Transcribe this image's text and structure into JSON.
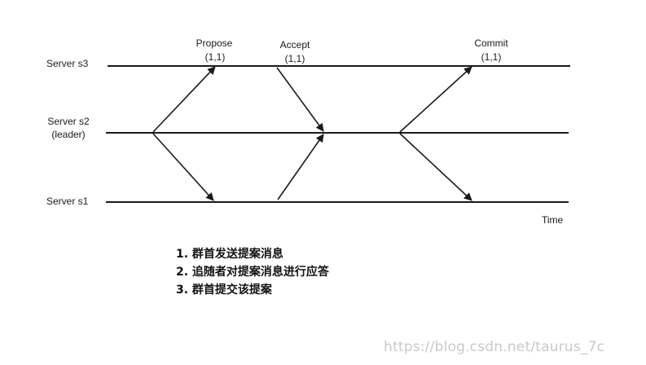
{
  "servers": {
    "s3": "Server s3",
    "s2": "Server s2",
    "s2_role": "(leader)",
    "s1": "Server s1"
  },
  "phases": {
    "propose": {
      "label": "Propose",
      "zxid": "(1,1)"
    },
    "accept": {
      "label": "Accept",
      "zxid": "(1,1)"
    },
    "commit": {
      "label": "Commit",
      "zxid": "(1,1)"
    }
  },
  "time_label": "Time",
  "notes": [
    "1. 群首发送提案消息",
    "2. 追随者对提案消息进行应答",
    "3. 群首提交该提案"
  ],
  "watermark": "https://blog.csdn.net/taurus_7c",
  "colors": {
    "line": "#1a1a1a",
    "text": "#1a1a1a",
    "watermark": "#c9c9c9"
  }
}
